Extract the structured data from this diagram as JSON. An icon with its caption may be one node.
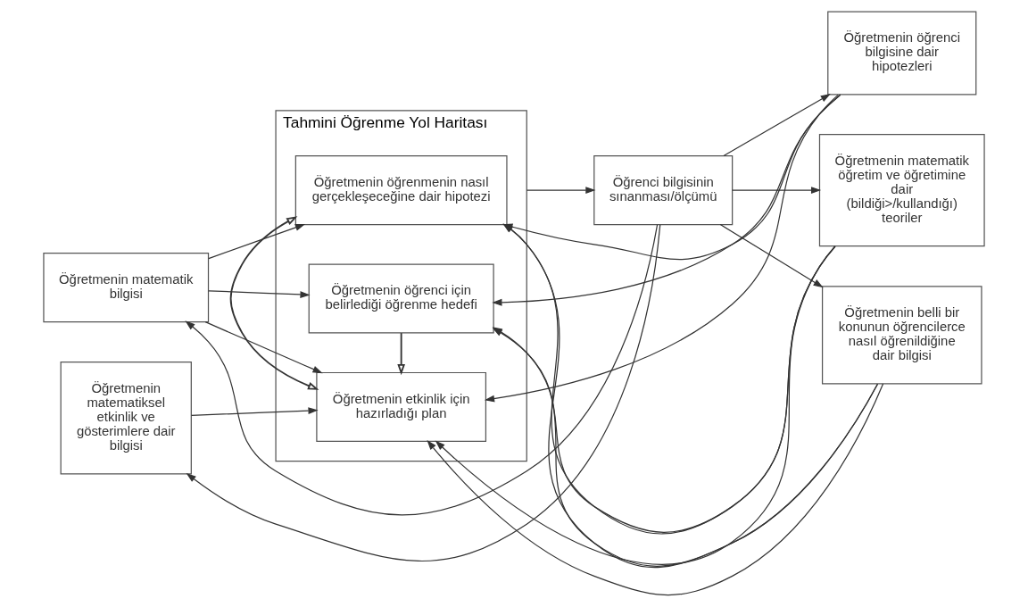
{
  "diagram": {
    "nodes": [
      {
        "text": [
          "Öğretmenin matematik bilgisi"
        ]
      },
      {
        "text": [
          "Öğretmenin matematiksel etkinlik ve gösterimlere dair bilgisi"
        ]
      },
      {
        "text": [
          "Tahmini Öğrenme Yol Haritası"
        ]
      },
      {
        "text": [
          "Öğretmenin öğrenci için belirlediği öğrenme hedefi"
        ],
        "in": 2
      },
      {
        "text": [
          "Öğretmenin etkinlik için hazırladığı plan"
        ],
        "in": 2
      },
      {
        "text": [
          "Öğretmenin öğrenmenin nasıl gerçekleşeceğine dair hipotezi"
        ],
        "in": 2
      },
      {
        "text": [
          "Öğretmenin öğrenci bilgisine dair hipotezleri"
        ]
      },
      {
        "text": [
          "Öğretmenin matematik öğretim ve öğretimine dair (bildiği>/kullandığı) teoriler"
        ]
      },
      {
        "text": [
          "Öğretmenin belli bir konunun öğrencilerce nasıl öğrenildiğine dair bilgisi"
        ]
      },
      {
        "text": [
          "Öğrenci bilgisinin sınanması/ölçümü"
        ]
      }
    ],
    "edges": [
      {
        "from": 0,
        "to": 3,
        "arrow": "to"
      },
      {
        "from": 0,
        "to": 4,
        "arrow": "to"
      },
      {
        "from": 0,
        "to": 5,
        "arrow": "to"
      },
      {
        "from": 1,
        "to": 4,
        "arrow": "to"
      },
      {
        "from": 3,
        "to": 4,
        "arrow": "to"
      },
      {
        "from": 4,
        "to": 5,
        "arrow": "both"
      },
      {
        "from": 6,
        "to": 3,
        "arrow": "to"
      },
      {
        "from": 6,
        "to": 4,
        "arrow": "to"
      },
      {
        "from": 6,
        "to": 5,
        "arrow": "to"
      },
      {
        "from": 7,
        "to": 3,
        "arrow": "to"
      },
      {
        "from": 7,
        "to": 4,
        "arrow": "to"
      },
      {
        "from": 7,
        "to": 5,
        "arrow": "to"
      },
      {
        "from": 8,
        "to": 3,
        "arrow": "to"
      },
      {
        "from": 8,
        "to": 4,
        "arrow": "to"
      },
      {
        "from": 8,
        "to": 5,
        "arrow": "to"
      },
      {
        "from": 2,
        "to": 9,
        "arrow": "to"
      },
      {
        "from": 9,
        "to": 1,
        "arrow": "to"
      },
      {
        "from": 9,
        "to": 8,
        "arrow": "to"
      },
      {
        "from": 9,
        "to": 0,
        "arrow": "to"
      },
      {
        "from": 9,
        "to": 7,
        "arrow": "to"
      },
      {
        "from": 9,
        "to": 6,
        "arrow": "to"
      }
    ]
  }
}
